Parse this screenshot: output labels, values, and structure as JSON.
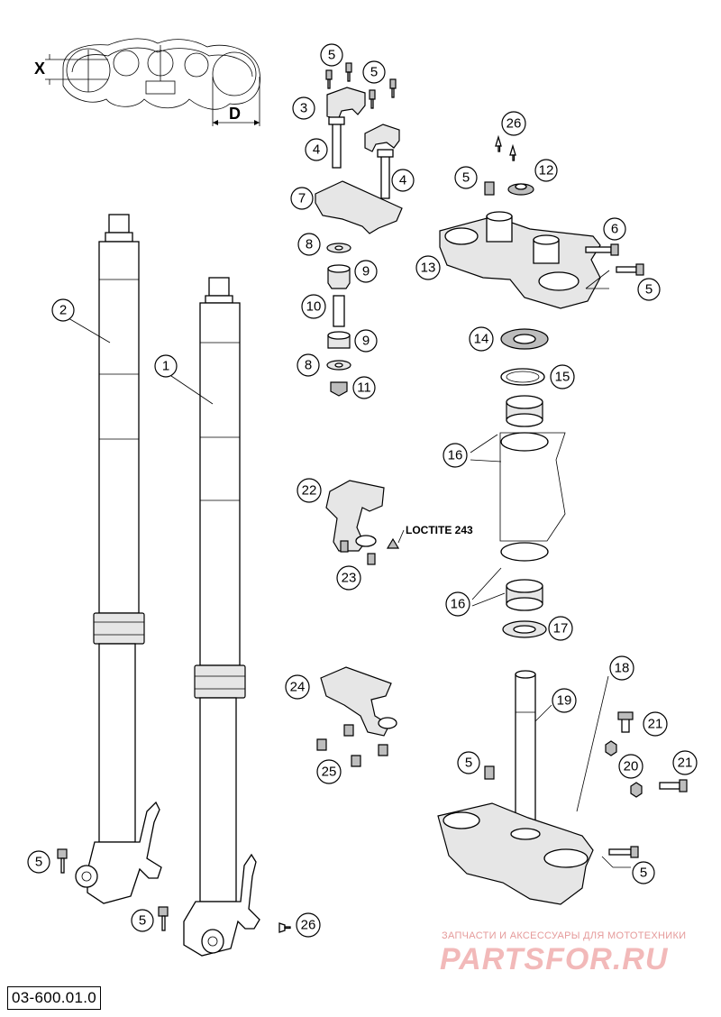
{
  "diagram": {
    "doc_number": "03-600.01.0",
    "annotations": {
      "dimension_x": "X",
      "dimension_d": "D",
      "loctite": "LOCTITE 243"
    },
    "watermark": {
      "caption": "ЗАПЧАСТИ И АКСЕССУАРЫ ДЛЯ МОТОТЕХНИКИ",
      "logo": "PARTSFOR.RU"
    },
    "callouts": [
      {
        "id": "c1",
        "label": "1"
      },
      {
        "id": "c2",
        "label": "2"
      },
      {
        "id": "c3",
        "label": "3"
      },
      {
        "id": "c4a",
        "label": "4"
      },
      {
        "id": "c4b",
        "label": "4"
      },
      {
        "id": "c5a",
        "label": "5"
      },
      {
        "id": "c5b",
        "label": "5"
      },
      {
        "id": "c5c",
        "label": "5"
      },
      {
        "id": "c5d",
        "label": "5"
      },
      {
        "id": "c5e",
        "label": "5"
      },
      {
        "id": "c5f",
        "label": "5"
      },
      {
        "id": "c5g",
        "label": "5"
      },
      {
        "id": "c5h",
        "label": "5"
      },
      {
        "id": "c6",
        "label": "6"
      },
      {
        "id": "c7",
        "label": "7"
      },
      {
        "id": "c8a",
        "label": "8"
      },
      {
        "id": "c8b",
        "label": "8"
      },
      {
        "id": "c9a",
        "label": "9"
      },
      {
        "id": "c9b",
        "label": "9"
      },
      {
        "id": "c10",
        "label": "10"
      },
      {
        "id": "c11",
        "label": "11"
      },
      {
        "id": "c12",
        "label": "12"
      },
      {
        "id": "c13",
        "label": "13"
      },
      {
        "id": "c14",
        "label": "14"
      },
      {
        "id": "c15",
        "label": "15"
      },
      {
        "id": "c16a",
        "label": "16"
      },
      {
        "id": "c16b",
        "label": "16"
      },
      {
        "id": "c17",
        "label": "17"
      },
      {
        "id": "c18",
        "label": "18"
      },
      {
        "id": "c19",
        "label": "19"
      },
      {
        "id": "c20",
        "label": "20"
      },
      {
        "id": "c21a",
        "label": "21"
      },
      {
        "id": "c21b",
        "label": "21"
      },
      {
        "id": "c22",
        "label": "22"
      },
      {
        "id": "c23",
        "label": "23"
      },
      {
        "id": "c24",
        "label": "24"
      },
      {
        "id": "c25",
        "label": "25"
      },
      {
        "id": "c26a",
        "label": "26"
      },
      {
        "id": "c26b",
        "label": "26"
      }
    ]
  }
}
